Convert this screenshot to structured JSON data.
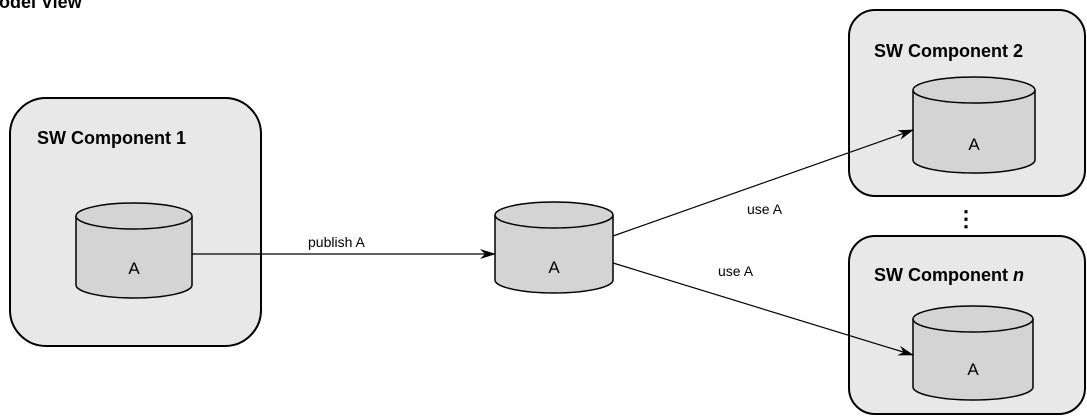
{
  "title": "lodel View",
  "colors": {
    "box_fill": "#e8e8e8",
    "cylinder_fill": "#d4d4d4",
    "stroke": "#000000"
  },
  "components": {
    "c1": {
      "title": "SW Component 1",
      "data": "A"
    },
    "c2": {
      "title": "SW Component 2",
      "data": "A"
    },
    "cn": {
      "title_prefix": "SW Component ",
      "title_var": "n",
      "data": "A"
    }
  },
  "shared_data": "A",
  "edges": {
    "publish": "publish A",
    "use_upper": "use A",
    "use_lower": "use A"
  },
  "ellipsis": "⋮"
}
